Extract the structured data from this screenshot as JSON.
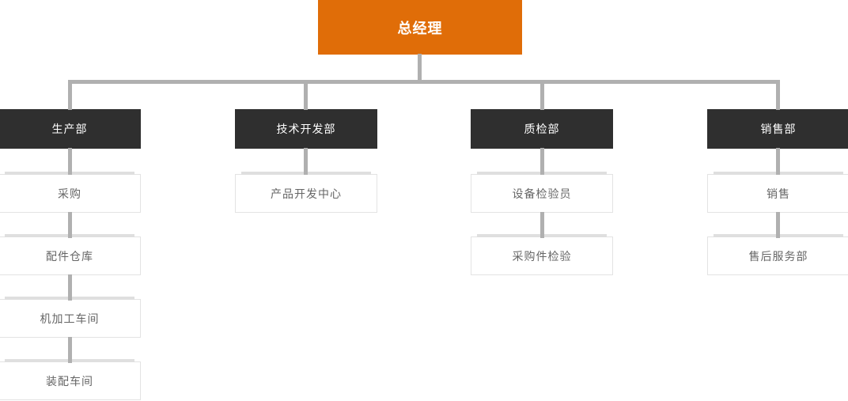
{
  "org_chart": {
    "root": {
      "label": "总经理"
    },
    "departments": [
      {
        "label": "生产部",
        "children": [
          "采购",
          "配件仓库",
          "机加工车间",
          "装配车间"
        ]
      },
      {
        "label": "技术开发部",
        "children": [
          "产品开发中心"
        ]
      },
      {
        "label": "质检部",
        "children": [
          "设备检验员",
          "采购件检验"
        ]
      },
      {
        "label": "销售部",
        "children": [
          "销售",
          "售后服务部"
        ]
      }
    ],
    "colors": {
      "root_box": "#e06d08",
      "root_text": "#ffffff",
      "department_box": "#2f2f2f",
      "department_text": "#ffffff",
      "connector": "#b0b0b0",
      "leaf_border": "#e3e3e3",
      "leaf_top_band": "#dfdfdf",
      "leaf_text": "#666666",
      "background": "#ffffff"
    }
  }
}
